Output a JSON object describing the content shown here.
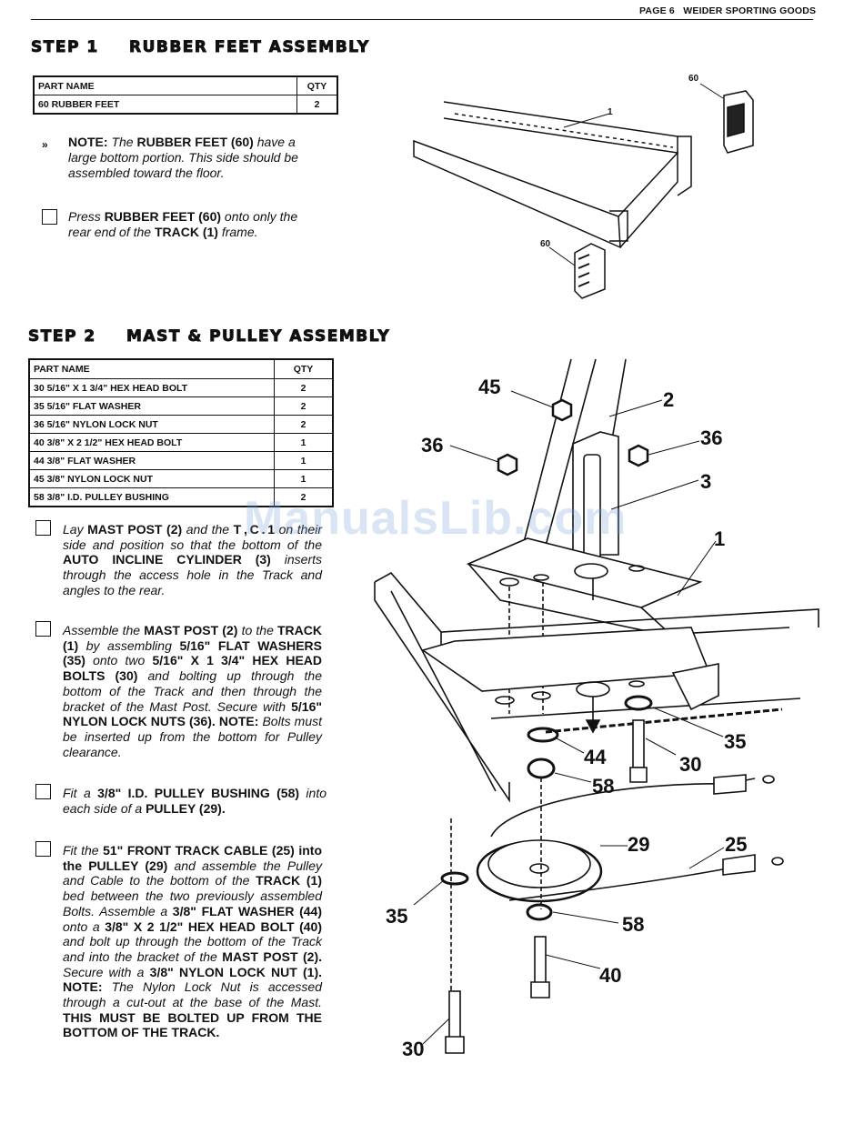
{
  "header": {
    "page": "PAGE 6",
    "company": "WEIDER SPORTING GOODS"
  },
  "step1": {
    "label": "STEP 1",
    "title": "RUBBER FEET ASSEMBLY",
    "table": {
      "headers": [
        "PART NAME",
        "QTY"
      ],
      "rows": [
        [
          "60 RUBBER FEET",
          "2"
        ]
      ]
    },
    "note_bullet": "»",
    "note": {
      "a": "NOTE:",
      "b": " The ",
      "c": "RUBBER FEET (60)",
      "d": " have a large bottom portion. This side should be assembled toward the floor."
    },
    "instruction": {
      "a": "Press ",
      "b": "RUBBER FEET (60)",
      "c": " onto only the rear end of the ",
      "d": "TRACK (1)",
      "e": " frame."
    },
    "diagram_labels": {
      "track": "1",
      "foot_top": "60",
      "foot_bottom": "60"
    }
  },
  "step2": {
    "label": "STEP 2",
    "title": "MAST & PULLEY ASSEMBLY",
    "table": {
      "headers": [
        "PART NAME",
        "QTY"
      ],
      "rows": [
        [
          "30 5/16\" X 1 3/4\" HEX HEAD BOLT",
          "2"
        ],
        [
          "35 5/16\" FLAT WASHER",
          "2"
        ],
        [
          "36 5/16\" NYLON LOCK NUT",
          "2"
        ],
        [
          "40 3/8\" X 2 1/2\" HEX HEAD BOLT",
          "1"
        ],
        [
          "44 3/8\" FLAT WASHER",
          "1"
        ],
        [
          "45 3/8\" NYLON LOCK NUT",
          "1"
        ],
        [
          "58 3/8\" I.D. PULLEY BUSHING",
          "2"
        ]
      ]
    },
    "instructions": [
      {
        "a": "Lay ",
        "b": "MAST POST (2)",
        "c": " and the ",
        "d": "T , C . 1",
        "e": " on their side and position so that the bottom of the ",
        "f": "AUTO INCLINE CYLINDER (3)",
        "g": " inserts through the access hole in the Track and angles to the rear."
      },
      {
        "a": "Assemble the ",
        "b": "MAST POST (2)",
        "c": " to the ",
        "d": "TRACK (1)",
        "e": " by assembling ",
        "f": "5/16\" FLAT WASHERS (35)",
        "g": " onto two ",
        "h": "5/16\" X 1 3/4\" HEX HEAD BOLTS (30)",
        "i": " and bolting up through the bottom of the Track and then through the bracket of the Mast Post. Secure with ",
        "j": "5/16\" NYLON LOCK NUTS (36).",
        "k": " ",
        "l": "NOTE:",
        "m": " Bolts must be inserted up from the bottom for Pulley clearance."
      },
      {
        "a": "Fit a ",
        "b": "3/8\" I.D. PULLEY BUSHING (58)",
        "c": " into each side of a ",
        "d": "PULLEY (29)."
      },
      {
        "a": "Fit the ",
        "b": "51\" FRONT TRACK CABLE (25) into the PULLEY (29)",
        "c": " and assemble the Pulley and Cable to the bottom of the ",
        "d": "TRACK (1)",
        "e": " bed between the two previously assembled Bolts. Assemble a ",
        "f": "3/8\" FLAT WASHER (44)",
        "g": " onto a ",
        "h": "3/8\" X 2 1/2\" HEX HEAD BOLT (40)",
        "i": " and bolt up through the bottom of the Track and into the bracket of the ",
        "j": "MAST POST (2).",
        "k": " Secure with a ",
        "l": "3/8\" NYLON LOCK NUT (1).",
        "m": " ",
        "n": "NOTE:",
        "o": " The Nylon Lock Nut is accessed through a cut-out at the base of the Mast. ",
        "p": "THIS MUST BE BOLTED UP FROM THE BOTTOM OF THE TRACK."
      }
    ],
    "diagram_labels": {
      "l45": "45",
      "l2": "2",
      "l36a": "36",
      "l36b": "36",
      "l3": "3",
      "l1": "1",
      "l44": "44",
      "l30a": "30",
      "l35a": "35",
      "l58a": "58",
      "l29": "29",
      "l25": "25",
      "l35b": "35",
      "l58b": "58",
      "l40": "40",
      "l30b": "30"
    }
  },
  "watermark": "ManualsLib.com"
}
